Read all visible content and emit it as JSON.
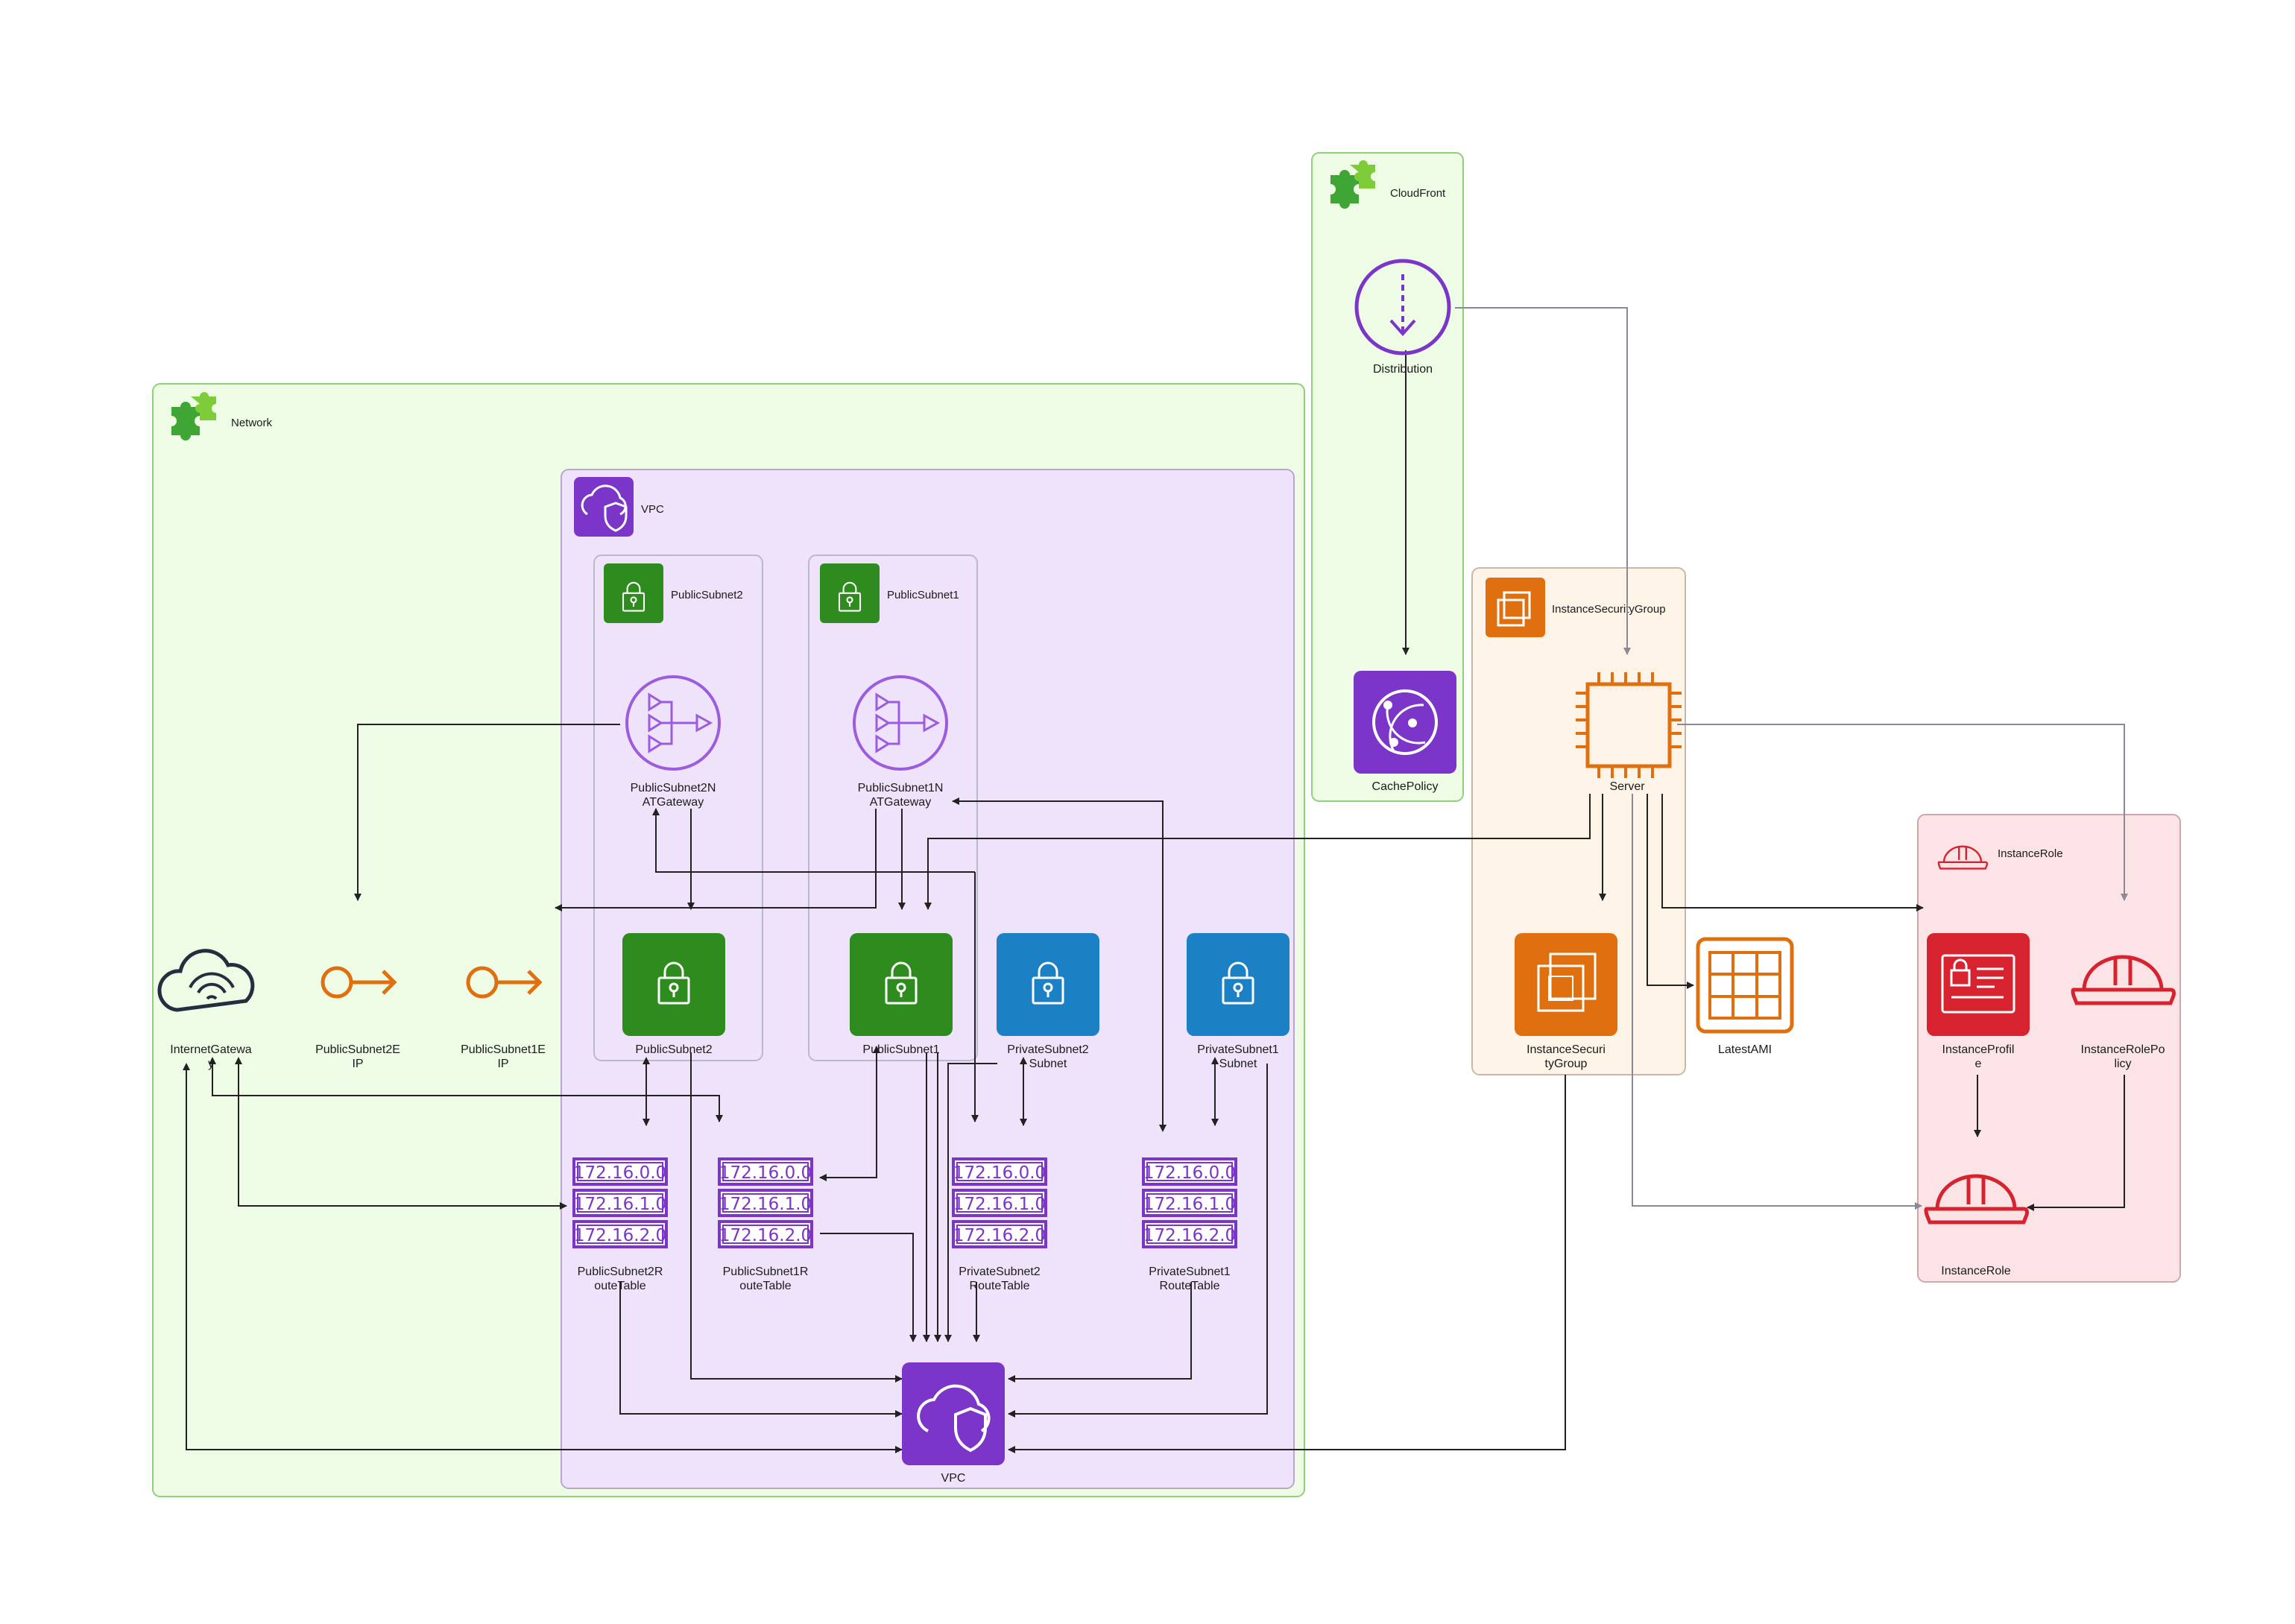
{
  "groups": {
    "network": "Network",
    "vpc": "VPC",
    "public_subnet2": "PublicSubnet2",
    "public_subnet1": "PublicSubnet1",
    "cloudfront": "CloudFront",
    "instance_security_group": "InstanceSecurityGroup",
    "instance_role": "InstanceRole"
  },
  "nodes": {
    "internet_gateway": [
      "InternetGatewa",
      "y"
    ],
    "public_subnet2_eip": [
      "PublicSubnet2E",
      "IP"
    ],
    "public_subnet1_eip": [
      "PublicSubnet1E",
      "IP"
    ],
    "public_subnet2_nat": [
      "PublicSubnet2N",
      "ATGateway"
    ],
    "public_subnet1_nat": [
      "PublicSubnet1N",
      "ATGateway"
    ],
    "public_subnet2": "PublicSubnet2",
    "public_subnet1": "PublicSubnet1",
    "private_subnet2": [
      "PrivateSubnet2",
      "Subnet"
    ],
    "private_subnet1": [
      "PrivateSubnet1",
      "Subnet"
    ],
    "public_subnet2_rt": [
      "PublicSubnet2R",
      "outeTable"
    ],
    "public_subnet1_rt": [
      "PublicSubnet1R",
      "outeTable"
    ],
    "private_subnet2_rt": [
      "PrivateSubnet2",
      "RouteTable"
    ],
    "private_subnet1_rt": [
      "PrivateSubnet1",
      "RouteTable"
    ],
    "vpc": "VPC",
    "distribution": "Distribution",
    "cache_policy": "CachePolicy",
    "server": "Server",
    "instance_security_group": [
      "InstanceSecuri",
      "tyGroup"
    ],
    "latest_ami": "LatestAMI",
    "instance_profile": [
      "InstanceProfil",
      "e"
    ],
    "instance_role_policy": [
      "InstanceRolePo",
      "licy"
    ],
    "instance_role": "InstanceRole"
  },
  "route_table_cidrs": [
    "172.16.0.0",
    "172.16.1.0",
    "172.16.2.0"
  ],
  "colors": {
    "network_fill": "#eefce5",
    "network_stroke": "#8fd07b",
    "vpc_fill": "#efe3fb",
    "vpc_stroke": "#b9a6cf",
    "subnet_group_stroke": "#b9b9c8",
    "sg_fill": "#fdf3e6",
    "sg_stroke": "#c8b9a6",
    "role_fill": "#fce4e6",
    "role_stroke": "#c9a9ad",
    "green": "#2e8b1e",
    "blue": "#1b80c4",
    "purple": "#7b35c9",
    "orange": "#e0700f",
    "red": "#d6232f",
    "dark": "#232f3e",
    "arrow": "#222222",
    "arrow_grey": "#8a8a96"
  },
  "icons": {
    "group_puzzle": "puzzle-icon",
    "vpc": "vpc-cloud-shield-icon",
    "subnet": "lock-icon",
    "nat_gateway": "nat-gateway-icon",
    "internet_gateway": "internet-gateway-cloud-icon",
    "eip": "elastic-ip-icon",
    "route_table": "route-table-icon",
    "distribution": "cloudfront-distribution-icon",
    "cache_policy": "cloudfront-cache-policy-icon",
    "server": "ec2-instance-chip-icon",
    "security_group": "security-group-icon",
    "ami": "ami-grid-icon",
    "instance_profile": "instance-profile-icon",
    "role": "iam-role-hardhat-icon"
  }
}
